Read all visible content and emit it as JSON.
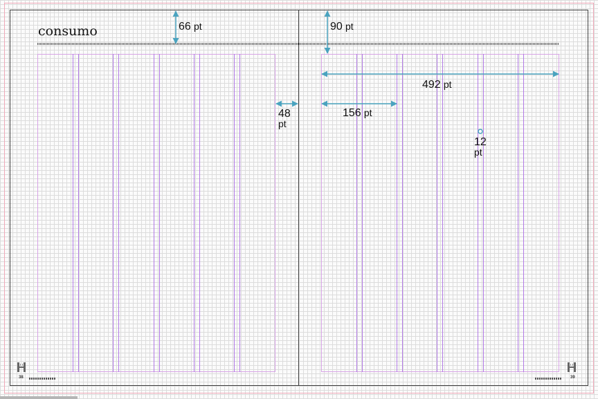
{
  "spread": {
    "header_text": "consumo",
    "left_page_number": "38",
    "right_page_number": "39"
  },
  "dimensions": {
    "top_margin_left": {
      "value": "66",
      "unit": "pt"
    },
    "top_margin_right": {
      "value": "90",
      "unit": "pt"
    },
    "text_block_width": {
      "value": "492",
      "unit": "pt"
    },
    "gutter": {
      "value": "48",
      "unit": "pt"
    },
    "column_width": {
      "value": "156",
      "unit": "pt"
    },
    "column_gap": {
      "value": "12",
      "unit": "pt"
    }
  },
  "colors": {
    "dimension_line": "#4aa3bf",
    "column_guide": "#b27ae6",
    "margin_guide": "#d7a4e6",
    "bleed_guide": "#f0a8b8",
    "page_edge": "#3c3c3c"
  }
}
